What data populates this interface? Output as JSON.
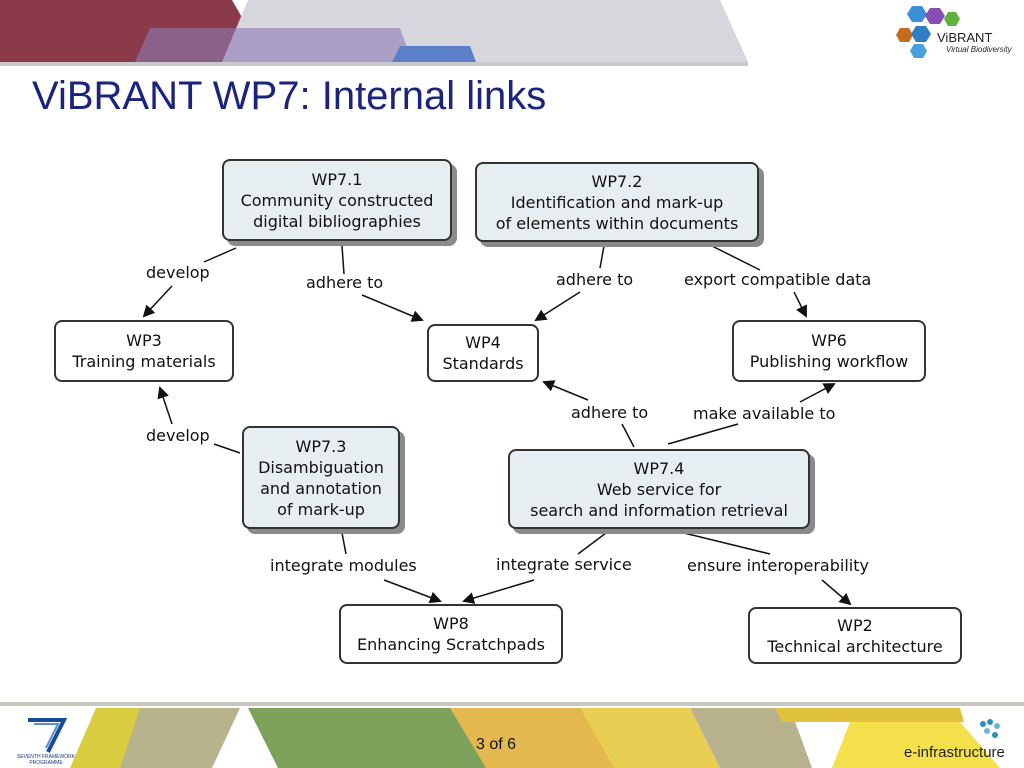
{
  "slide": {
    "title": "ViBRANT WP7: Internal links",
    "page_indicator": "3 of 6"
  },
  "logo": {
    "name": "ViBRANT",
    "tagline": "Virtual Biodiversity"
  },
  "footer": {
    "fp7_label": "SEVENTH FRAMEWORK PROGRAMME",
    "einfrastructure": "e-infrastructure"
  },
  "nodes": {
    "wp71": {
      "id": "WP7.1",
      "desc": [
        "Community constructed",
        "digital bibliographies"
      ]
    },
    "wp72": {
      "id": "WP7.2",
      "desc": [
        "Identification and mark-up",
        "of elements within documents"
      ]
    },
    "wp3": {
      "id": "WP3",
      "desc": [
        "Training materials"
      ]
    },
    "wp4": {
      "id": "WP4",
      "desc": [
        "Standards"
      ]
    },
    "wp6": {
      "id": "WP6",
      "desc": [
        "Publishing workflow"
      ]
    },
    "wp73": {
      "id": "WP7.3",
      "desc": [
        "Disambiguation",
        "and annotation",
        "of mark-up"
      ]
    },
    "wp74": {
      "id": "WP7.4",
      "desc": [
        "Web service for",
        "search and information retrieval"
      ]
    },
    "wp8": {
      "id": "WP8",
      "desc": [
        "Enhancing Scratchpads"
      ]
    },
    "wp2": {
      "id": "WP2",
      "desc": [
        "Technical architecture"
      ]
    }
  },
  "edge_labels": {
    "wp71_wp3": "develop",
    "wp71_wp4": "adhere to",
    "wp72_wp4": "adhere to",
    "wp72_wp6": "export compatible data",
    "wp73_wp3": "develop",
    "wp74_wp4": "adhere to",
    "wp74_wp6": "make available to",
    "wp73_wp8": "integrate modules",
    "wp74_wp8": "integrate service",
    "wp74_wp2": "ensure interoperability"
  }
}
